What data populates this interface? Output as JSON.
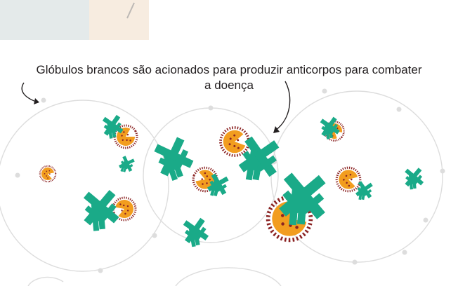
{
  "caption": {
    "line1": "Glóbulos brancos são acionados para produzir anticorpos para combater",
    "line2": "a doença"
  },
  "colors": {
    "antibody": "#1aaa88",
    "virus_body": "#f29d1f",
    "virus_rim": "#8b2323",
    "virus_dot": "#8b2323",
    "cell_outline": "#dddddd",
    "top_panel_left": "#e4eaea",
    "top_panel_right": "#f7ece0",
    "text": "#231f20"
  },
  "icons": {
    "antibody": "y-shaped-antibody-icon",
    "virus": "spiky-virus-icon",
    "cell": "white-blood-cell-outline",
    "arrow": "curved-pointer-arrow"
  }
}
